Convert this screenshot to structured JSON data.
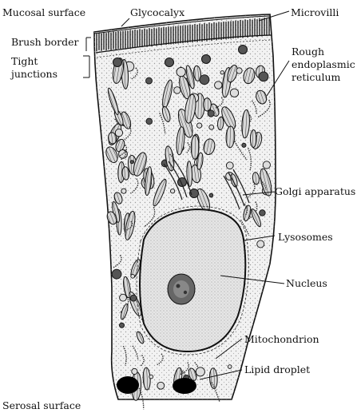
{
  "labels": {
    "mucosal_surface": "Mucosal surface",
    "glycocalyx": "Glycocalyx",
    "microvilli": "Microvilli",
    "brush_border": "Brush border",
    "tight_junctions_1": "Tight",
    "tight_junctions_2": "junctions",
    "rough_er_1": "Rough",
    "rough_er_2": "endoplasmic",
    "rough_er_3": "reticulum",
    "golgi": "Golgi apparatus",
    "lysosomes": "Lysosomes",
    "nucleus": "Nucleus",
    "mitochondrion": "Mitochondrion",
    "lipid_droplet": "Lipid droplet",
    "serosal_surface": "Serosal surface"
  },
  "colors": {
    "ink": "#111111",
    "cytoplasm": "#f2f2f2",
    "nucleus_fill": "#e2e2e2",
    "nucleolus": "#555555",
    "lipid": "#000000"
  }
}
